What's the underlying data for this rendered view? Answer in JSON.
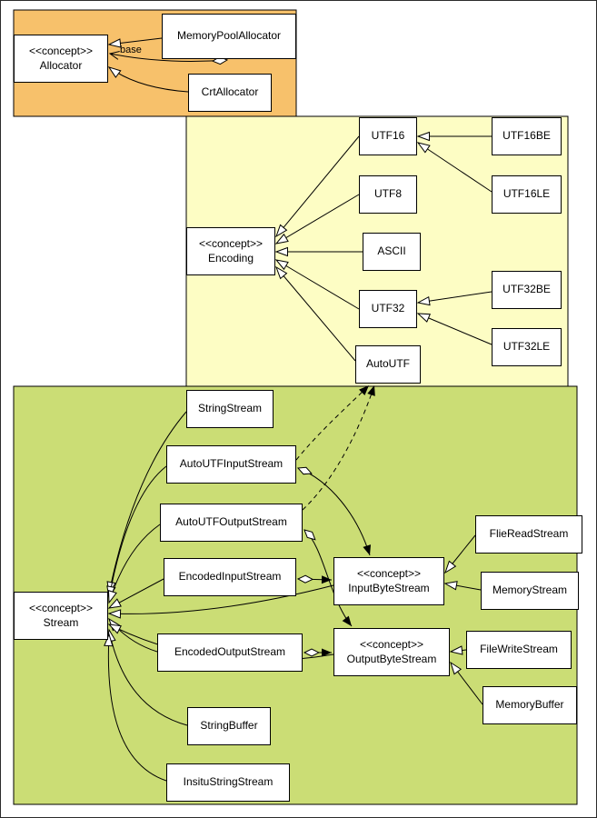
{
  "colors": {
    "allocator_region": "#f7c16b",
    "encoding_region": "#fdfdc4",
    "stream_region": "#cbdd75",
    "node_fill": "#ffffff",
    "line": "#000000"
  },
  "nodes": {
    "allocator": {
      "label": "<<concept>>\nAllocator"
    },
    "memory_pool_allocator": {
      "label": "MemoryPoolAllocator"
    },
    "crt_allocator": {
      "label": "CrtAllocator"
    },
    "encoding": {
      "label": "<<concept>>\nEncoding"
    },
    "utf16": {
      "label": "UTF16"
    },
    "utf8": {
      "label": "UTF8"
    },
    "ascii": {
      "label": "ASCII"
    },
    "utf32": {
      "label": "UTF32"
    },
    "auto_utf": {
      "label": "AutoUTF"
    },
    "utf16be": {
      "label": "UTF16BE"
    },
    "utf16le": {
      "label": "UTF16LE"
    },
    "utf32be": {
      "label": "UTF32BE"
    },
    "utf32le": {
      "label": "UTF32LE"
    },
    "stream": {
      "label": "<<concept>>\nStream"
    },
    "string_stream": {
      "label": "StringStream"
    },
    "auto_utf_input_stream": {
      "label": "AutoUTFInputStream"
    },
    "auto_utf_output_stream": {
      "label": "AutoUTFOutputStream"
    },
    "encoded_input_stream": {
      "label": "EncodedInputStream"
    },
    "encoded_output_stream": {
      "label": "EncodedOutputStream"
    },
    "input_byte_stream": {
      "label": "<<concept>>\nInputByteStream"
    },
    "output_byte_stream": {
      "label": "<<concept>>\nOutputByteStream"
    },
    "flie_read_stream": {
      "label": "FlieReadStream"
    },
    "memory_stream": {
      "label": "MemoryStream"
    },
    "file_write_stream": {
      "label": "FileWriteStream"
    },
    "memory_buffer": {
      "label": "MemoryBuffer"
    },
    "string_buffer": {
      "label": "StringBuffer"
    },
    "insitu_string_stream": {
      "label": "InsituStringStream"
    }
  },
  "edge_labels": {
    "base": "base"
  },
  "relationships": [
    {
      "from": "MemoryPoolAllocator",
      "to": "Allocator",
      "type": "generalization"
    },
    {
      "from": "MemoryPoolAllocator",
      "to": "Allocator",
      "type": "aggregation",
      "label": "base"
    },
    {
      "from": "CrtAllocator",
      "to": "Allocator",
      "type": "generalization"
    },
    {
      "from": "UTF16",
      "to": "Encoding",
      "type": "generalization"
    },
    {
      "from": "UTF8",
      "to": "Encoding",
      "type": "generalization"
    },
    {
      "from": "ASCII",
      "to": "Encoding",
      "type": "generalization"
    },
    {
      "from": "UTF32",
      "to": "Encoding",
      "type": "generalization"
    },
    {
      "from": "AutoUTF",
      "to": "Encoding",
      "type": "generalization"
    },
    {
      "from": "UTF16BE",
      "to": "UTF16",
      "type": "generalization"
    },
    {
      "from": "UTF16LE",
      "to": "UTF16",
      "type": "generalization"
    },
    {
      "from": "UTF32BE",
      "to": "UTF32",
      "type": "generalization"
    },
    {
      "from": "UTF32LE",
      "to": "UTF32",
      "type": "generalization"
    },
    {
      "from": "StringStream",
      "to": "Stream",
      "type": "generalization"
    },
    {
      "from": "AutoUTFInputStream",
      "to": "Stream",
      "type": "generalization"
    },
    {
      "from": "AutoUTFOutputStream",
      "to": "Stream",
      "type": "generalization"
    },
    {
      "from": "EncodedInputStream",
      "to": "Stream",
      "type": "generalization"
    },
    {
      "from": "EncodedOutputStream",
      "to": "Stream",
      "type": "generalization"
    },
    {
      "from": "InputByteStream",
      "to": "Stream",
      "type": "generalization"
    },
    {
      "from": "OutputByteStream",
      "to": "Stream",
      "type": "generalization"
    },
    {
      "from": "StringBuffer",
      "to": "Stream",
      "type": "generalization"
    },
    {
      "from": "InsituStringStream",
      "to": "Stream",
      "type": "generalization"
    },
    {
      "from": "FlieReadStream",
      "to": "InputByteStream",
      "type": "generalization"
    },
    {
      "from": "MemoryStream",
      "to": "InputByteStream",
      "type": "generalization"
    },
    {
      "from": "FileWriteStream",
      "to": "OutputByteStream",
      "type": "generalization"
    },
    {
      "from": "MemoryBuffer",
      "to": "OutputByteStream",
      "type": "generalization"
    },
    {
      "from": "EncodedInputStream",
      "to": "InputByteStream",
      "type": "aggregation"
    },
    {
      "from": "EncodedOutputStream",
      "to": "OutputByteStream",
      "type": "aggregation"
    },
    {
      "from": "AutoUTFInputStream",
      "to": "InputByteStream",
      "type": "aggregation"
    },
    {
      "from": "AutoUTFOutputStream",
      "to": "OutputByteStream",
      "type": "aggregation"
    },
    {
      "from": "AutoUTFInputStream",
      "to": "AutoUTF",
      "type": "dependency"
    },
    {
      "from": "AutoUTFOutputStream",
      "to": "AutoUTF",
      "type": "dependency"
    }
  ]
}
